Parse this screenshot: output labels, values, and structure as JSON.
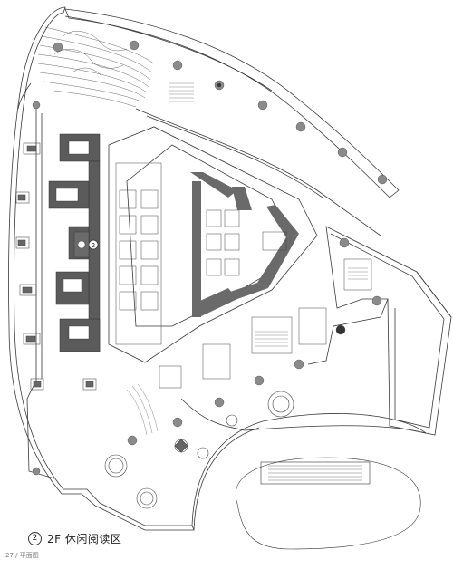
{
  "caption": {
    "number": "2",
    "title": "2F 休闲阅读区"
  },
  "marker": {
    "number": "2"
  },
  "page_number": "27 / 平面图",
  "colors": {
    "line": "#3a3a3a",
    "fill_dark": "#5b5b5b",
    "fill_core": "#6a6a6a",
    "column": "#8a8a8a"
  },
  "icons": [
    "section-marker-icon",
    "column-icon",
    "stair-icon",
    "escalator-icon"
  ]
}
